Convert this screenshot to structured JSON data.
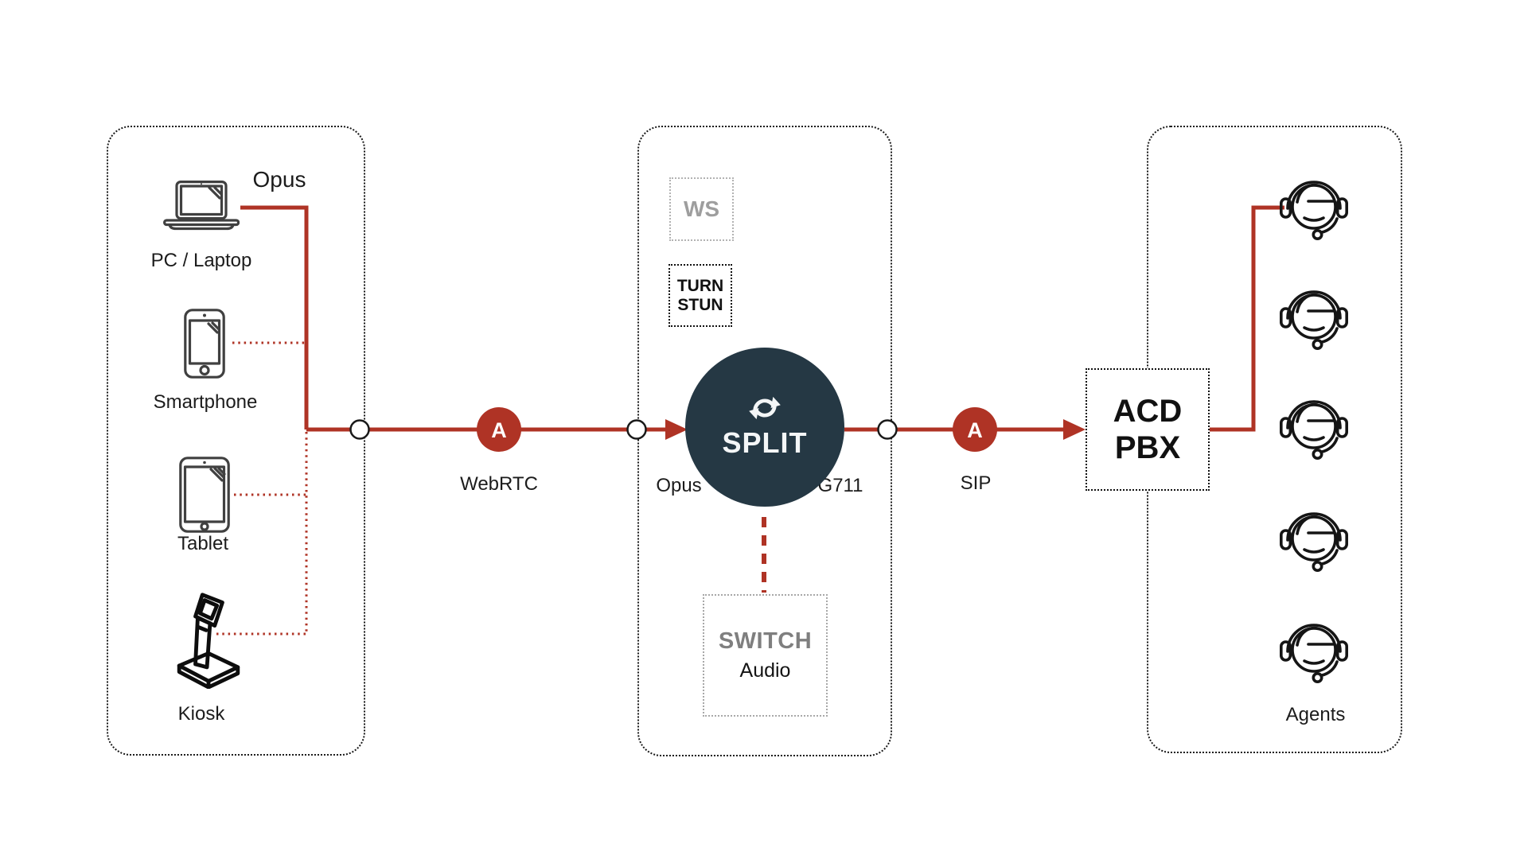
{
  "clients": {
    "codec_label": "Opus",
    "devices": [
      {
        "label": "PC / Laptop"
      },
      {
        "label": "Smartphone"
      },
      {
        "label": "Tablet"
      },
      {
        "label": "Kiosk"
      }
    ]
  },
  "media": {
    "ws_label": "WS",
    "turn_label": "TURN",
    "stun_label": "STUN",
    "split_label": "SPLIT",
    "switch_label": "SWITCH",
    "switch_sub_label": "Audio"
  },
  "flow": {
    "marker_a": "A",
    "webrtc_label": "WebRTC",
    "opus_label": "Opus",
    "g711_label": "G711",
    "sip_label": "SIP"
  },
  "contact_center": {
    "acd_label": "ACD",
    "pbx_label": "PBX",
    "agents_label": "Agents",
    "agent_count": 5
  },
  "icons": {
    "laptop": "laptop-icon",
    "smartphone": "smartphone-icon",
    "tablet": "tablet-icon",
    "kiosk": "kiosk-icon",
    "agent": "headset-agent-icon",
    "split": "sync-icon",
    "connector": "connector-dot"
  },
  "colors": {
    "flow_red": "#AF3325",
    "split_dark": "#253844",
    "muted_gray": "#8C8C8C",
    "ink": "#1C1C1C"
  }
}
